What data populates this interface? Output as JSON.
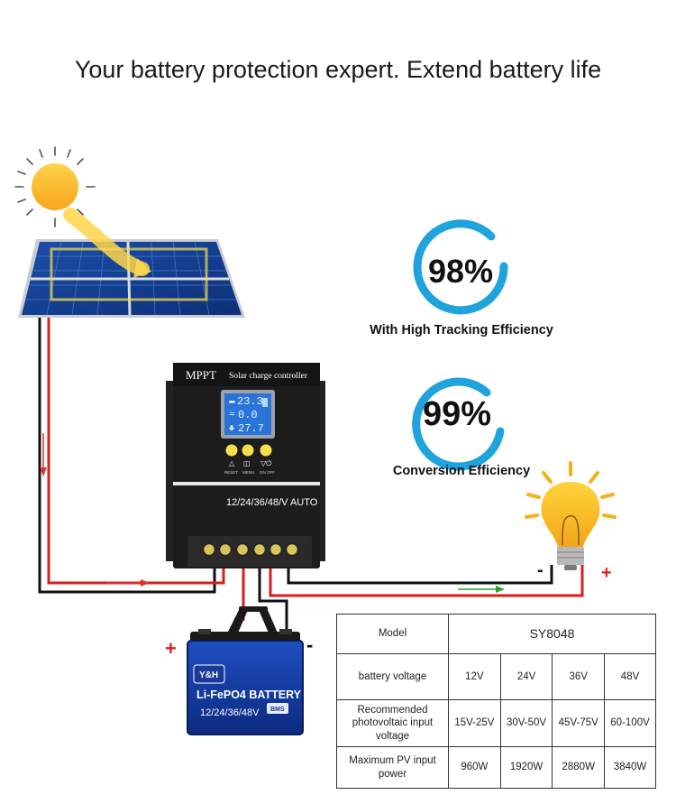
{
  "headline": "Your battery protection expert. Extend battery life",
  "stat_tracking": {
    "value": "98%",
    "label": "With High Tracking Efficiency",
    "color": "#1ea3dc"
  },
  "stat_conversion": {
    "value": "99%",
    "label": "Conversion Efficiency",
    "color": "#1ea3dc"
  },
  "controller": {
    "brand": "MPPT",
    "title": "Solar charge controller",
    "lcd_line1": "23.3",
    "lcd_line2": "0.0",
    "lcd_line3": "27.7",
    "button_labels": [
      "RESET",
      "MENU",
      "ON OFF"
    ],
    "voltage_label": "12/24/36/48/V AUTO"
  },
  "battery": {
    "brand": "Y&H",
    "type": "Li-FePO4 BATTERY",
    "voltage": "12/24/36/48V",
    "bms": "BMS",
    "plus": "+",
    "minus": "-"
  },
  "load": {
    "plus": "+",
    "minus": "-"
  },
  "spec_table": {
    "model_label": "Model",
    "model_value": "SY8048",
    "rows": [
      {
        "label": "battery voltage",
        "values": [
          "12V",
          "24V",
          "36V",
          "48V"
        ]
      },
      {
        "label": "Recommended photovoltaic input voltage",
        "values": [
          "15V-25V",
          "30V-50V",
          "45V-75V",
          "60-100V"
        ]
      },
      {
        "label": "Maximum PV input power",
        "values": [
          "960W",
          "1920W",
          "2880W",
          "3840W"
        ]
      }
    ]
  }
}
